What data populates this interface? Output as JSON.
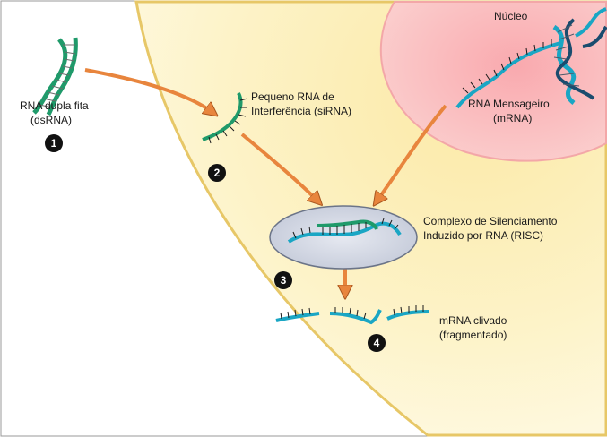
{
  "labels": {
    "nucleus": "Núcleo",
    "dsrna_line1": "RNA dupla fita",
    "dsrna_line2": "(dsRNA)",
    "sirna_line1": "Pequeno RNA de",
    "sirna_line2": "Interferência (siRNA)",
    "mrna_line1": "RNA Mensageiro",
    "mrna_line2": "(mRNA)",
    "risc_line1": "Complexo de Silenciamento",
    "risc_line2": "Induzido por RNA (RISC)",
    "cleaved_line1": "mRNA clivado",
    "cleaved_line2": "(fragmentado)"
  },
  "steps": [
    "1",
    "2",
    "3",
    "4"
  ],
  "colors": {
    "cytoplasm": "#fdf3c4",
    "nucleus": "#f7b7b9",
    "green_strand": "#1f9a6a",
    "teal_strand": "#1aa6c4",
    "arrow": "#e8853d",
    "risc_oval": "#cdd3e0"
  }
}
